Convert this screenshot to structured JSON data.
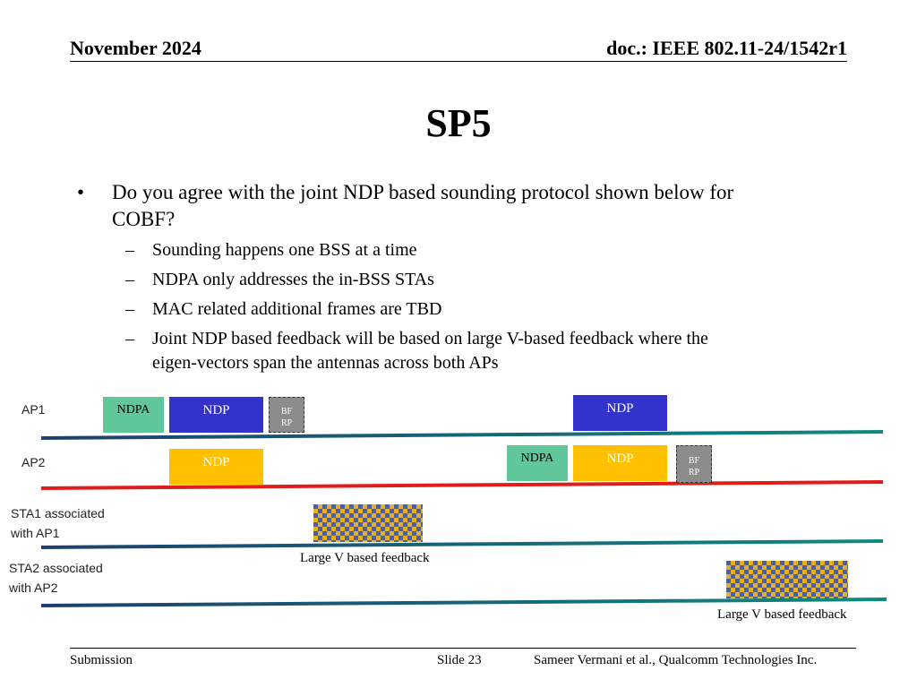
{
  "header": {
    "date": "November 2024",
    "doc": "doc.: IEEE 802.11-24/1542r1"
  },
  "title": "SP5",
  "bullet": {
    "marker": "•",
    "line1": "Do you agree with the joint NDP based sounding protocol shown below for",
    "line2": "COBF?",
    "dash": "–",
    "sub_items": [
      "Sounding happens one BSS at a time",
      "NDPA only addresses the in-BSS STAs",
      "MAC related additional frames are TBD",
      "Joint NDP based feedback will be based on large V-based feedback where the"
    ],
    "sub_item_4_cont": "eigen-vectors span the antennas across both APs"
  },
  "diagram": {
    "row_labels": {
      "ap1": "AP1",
      "ap2": "AP2",
      "sta1_line1": "STA1 associated",
      "sta1_line2": "with AP1",
      "sta2_line1": "STA2 associated",
      "sta2_line2": "with AP2"
    },
    "frames": {
      "ndpa": "NDPA",
      "ndp": "NDP",
      "bf_line1": "BF",
      "bf_line2": "RP"
    },
    "feedback_caption": "Large V based feedback",
    "colors": {
      "ndpa": "#5fc79a",
      "ndp_ap1": "#3333cc",
      "ndp_ap2": "#ffc000",
      "bfrp": "#8c8c8c",
      "ap2_line": "#e21b1b",
      "timeline_start": "#1f3f6e",
      "timeline_end": "#0f8a7e"
    }
  },
  "footer": {
    "left": "Submission",
    "slide": "Slide 23",
    "author": "Sameer Vermani et al., Qualcomm Technologies Inc."
  }
}
